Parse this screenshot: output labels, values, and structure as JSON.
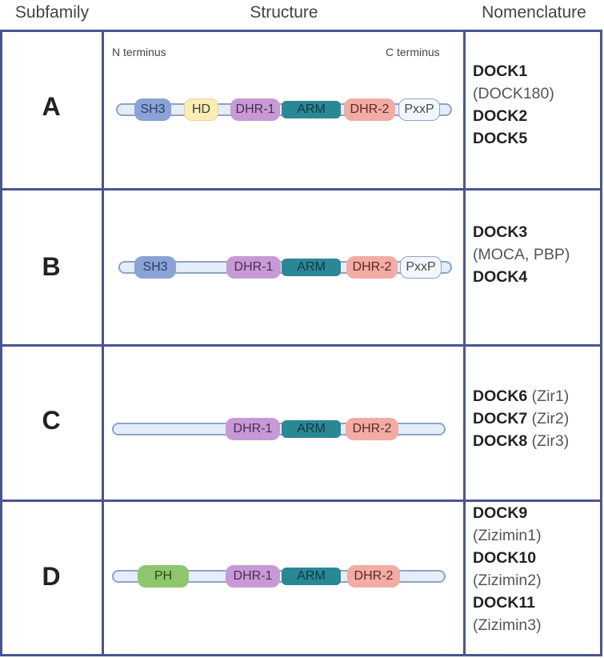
{
  "headers": {
    "subfamily": "Subfamily",
    "structure": "Structure",
    "nomenclature": "Nomenclature"
  },
  "termini": {
    "n": "N terminus",
    "c": "C terminus"
  },
  "domains": {
    "sh3": "SH3",
    "hd": "HD",
    "dhr1": "DHR-1",
    "arm": "ARM",
    "dhr2": "DHR-2",
    "pxxp": "PxxP",
    "ph": "PH"
  },
  "colors": {
    "sh3": "#8aa2d6",
    "hd": "#fbeeb4",
    "dhr1": "#c79ad6",
    "arm": "#2a8796",
    "dhr2": "#f2aca4",
    "pxxp": "#f3f6fb",
    "ph": "#8fc66d",
    "grid": "#4a5590"
  },
  "rows": [
    {
      "letter": "A",
      "nomenclature": [
        {
          "bold": "DOCK1",
          "rest": ""
        },
        {
          "bold": "",
          "rest": "(DOCK180)"
        },
        {
          "bold": "DOCK2",
          "rest": ""
        },
        {
          "bold": "DOCK5",
          "rest": ""
        }
      ]
    },
    {
      "letter": "B",
      "nomenclature": [
        {
          "bold": "DOCK3",
          "rest": ""
        },
        {
          "bold": "",
          "rest": "(MOCA, PBP)"
        },
        {
          "bold": "DOCK4",
          "rest": ""
        }
      ]
    },
    {
      "letter": "C",
      "nomenclature": [
        {
          "bold": "DOCK6",
          "rest": " (Zir1)"
        },
        {
          "bold": "DOCK7",
          "rest": " (Zir2)"
        },
        {
          "bold": "DOCK8",
          "rest": " (Zir3)"
        }
      ]
    },
    {
      "letter": "D",
      "nomenclature": [
        {
          "bold": "DOCK9",
          "rest": ""
        },
        {
          "bold": "",
          "rest": "(Zizimin1)"
        },
        {
          "bold": "DOCK10",
          "rest": ""
        },
        {
          "bold": "",
          "rest": "(Zizimin2)"
        },
        {
          "bold": "DOCK11",
          "rest": ""
        },
        {
          "bold": "",
          "rest": "(Zizimin3)"
        }
      ]
    }
  ]
}
